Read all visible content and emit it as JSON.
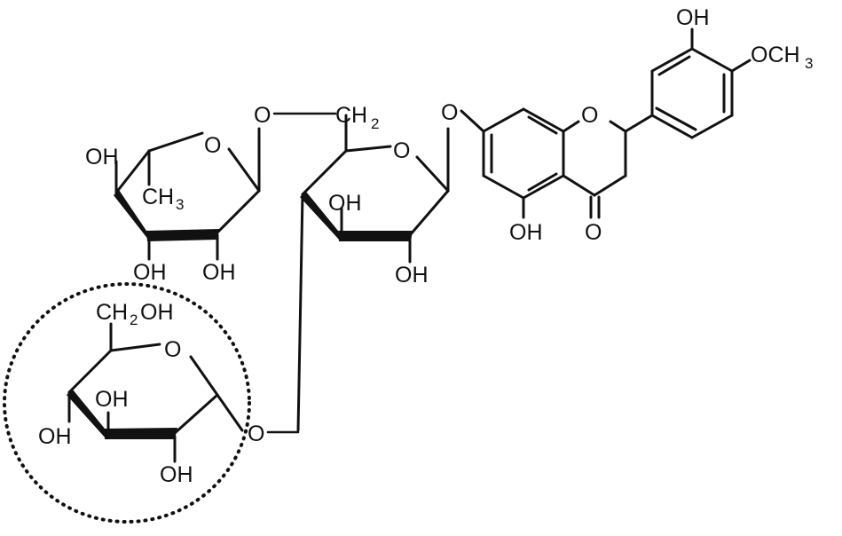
{
  "labels": {
    "oh": "OH",
    "o": "O",
    "och3": "OCH",
    "ch3": "CH",
    "ch2": "CH",
    "ch2oh_c": "CH",
    "ch2oh_oh": "OH",
    "h": "H",
    "sub2": "2",
    "sub3": "3"
  },
  "colors": {
    "ink": "#111111",
    "background": "#ffffff"
  }
}
